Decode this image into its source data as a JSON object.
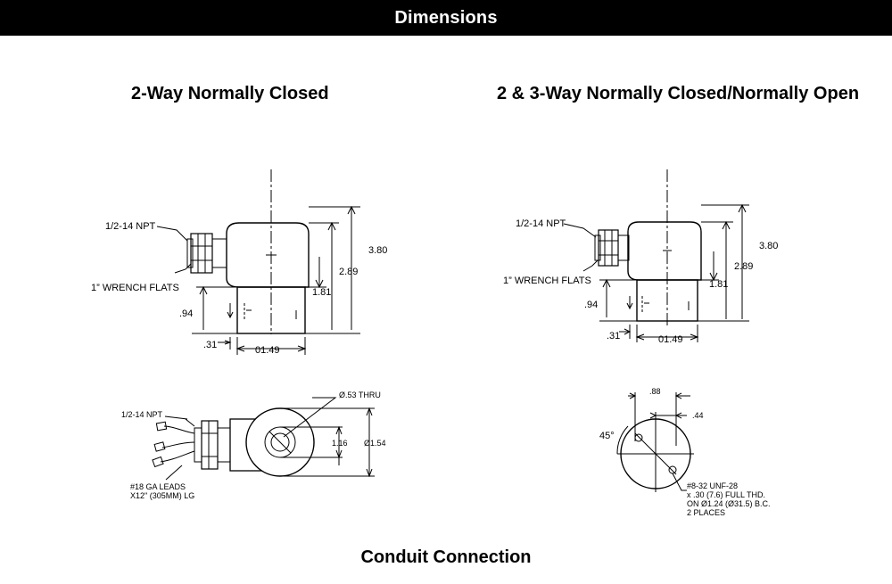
{
  "header": {
    "title": "Dimensions"
  },
  "sections": {
    "left_title": "2-Way Normally Closed",
    "right_title": "2 & 3-Way Normally Closed/Normally Open",
    "footer_title": "Conduit Connection"
  },
  "left_side_view": {
    "npt_label": "1/2-14 NPT",
    "wrench_label": "1” WRENCH FLATS",
    "dim_overall": "3.80",
    "dim_body": "2.89",
    "dim_base": "1.81",
    "dim_94": ".94",
    "dim_31": ".31",
    "dim_width": "01.49"
  },
  "right_side_view": {
    "npt_label": "1/2-14 NPT",
    "wrench_label": "1” WRENCH FLATS",
    "dim_overall": "3.80",
    "dim_body": "2.89",
    "dim_base": "1.81",
    "dim_94": ".94",
    "dim_31": ".31",
    "dim_width": "01.49"
  },
  "left_top_view": {
    "npt_label": "1/2-14 NPT",
    "thru_label": "Ø.53 THRU",
    "dim_116": "1.16",
    "dim_154": "Ø1.54",
    "leads_line1": "#18 GA LEADS",
    "leads_line2": "X12\" (305MM) LG"
  },
  "right_top_view": {
    "dim_88": ".88",
    "dim_44": ".44",
    "angle": "45°",
    "thread_line1": "#8-32 UNF-28",
    "thread_line2": "x .30 (7.6) FULL THD.",
    "thread_line3": "ON Ø1.24 (Ø31.5) B.C.",
    "thread_line4": "2 PLACES"
  }
}
